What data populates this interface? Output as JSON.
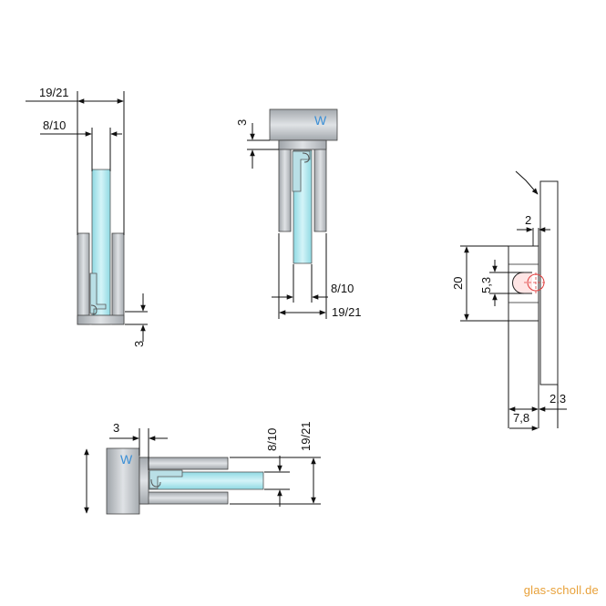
{
  "labels": {
    "top_left": {
      "outer": "19/21",
      "inner": "8/10",
      "bottom": "3"
    },
    "top_mid": {
      "top": "3",
      "mark": "W",
      "inner": "8/10",
      "outer": "19/21"
    },
    "right": {
      "gap": "2",
      "height": "20",
      "hole": "5,3",
      "offset_a": "2,3",
      "offset_b": "7,8"
    },
    "bottom_left": {
      "left": "3",
      "mark": "W",
      "inner": "8/10",
      "outer": "19/21"
    }
  },
  "brand": "glas-scholl.de",
  "colors": {
    "glass": "#a8e4ec",
    "metal": "#c2c7cc",
    "metal_dark": "#8c9196",
    "line": "#111111",
    "mark_blue": "#3a8fd6",
    "hole_red": "#e03c3c",
    "brand": "#e8a13a"
  }
}
